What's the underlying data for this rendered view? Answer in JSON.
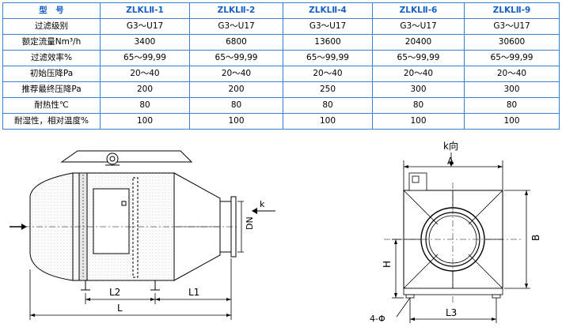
{
  "table": {
    "header": [
      "型　号",
      "ZLKLⅡ-1",
      "ZLKLⅡ-2",
      "ZLKLⅡ-4",
      "ZLKLⅡ-6",
      "ZLKLⅡ-9"
    ],
    "rows": [
      {
        "label": "过滤级别",
        "values": [
          "G3～U17",
          "G3～U17",
          "G3～U17",
          "G3～U17",
          "G3～U17"
        ]
      },
      {
        "label": "额定流量Nm³/h",
        "values": [
          "3400",
          "6800",
          "13600",
          "20400",
          "30600"
        ]
      },
      {
        "label": "过滤效率%",
        "values": [
          "65～99,99",
          "65～99,99",
          "65～99,99",
          "65～99,99",
          "65～99,99"
        ]
      },
      {
        "label": "初始压降Pa",
        "values": [
          "20～40",
          "20～40",
          "20～40",
          "20～40",
          "20～40"
        ]
      },
      {
        "label": "推荐最终压降Pa",
        "values": [
          "200",
          "200",
          "250",
          "300",
          "300"
        ]
      },
      {
        "label": "耐热性℃",
        "values": [
          "80",
          "80",
          "80",
          "80",
          "80"
        ]
      },
      {
        "label": "耐湿性，相对温度%",
        "values": [
          "100",
          "100",
          "100",
          "100",
          "100"
        ]
      }
    ]
  },
  "front_view": {
    "dim_l2": "L2",
    "dim_l1": "L1",
    "dim_l": "L",
    "dim_dn": "DN",
    "flow_k": "k"
  },
  "side_view": {
    "view_label": "k向",
    "dim_a": "A",
    "dim_b": "B",
    "dim_h": "H",
    "dim_l3": "L3",
    "dim_holes": "4-Φ"
  }
}
